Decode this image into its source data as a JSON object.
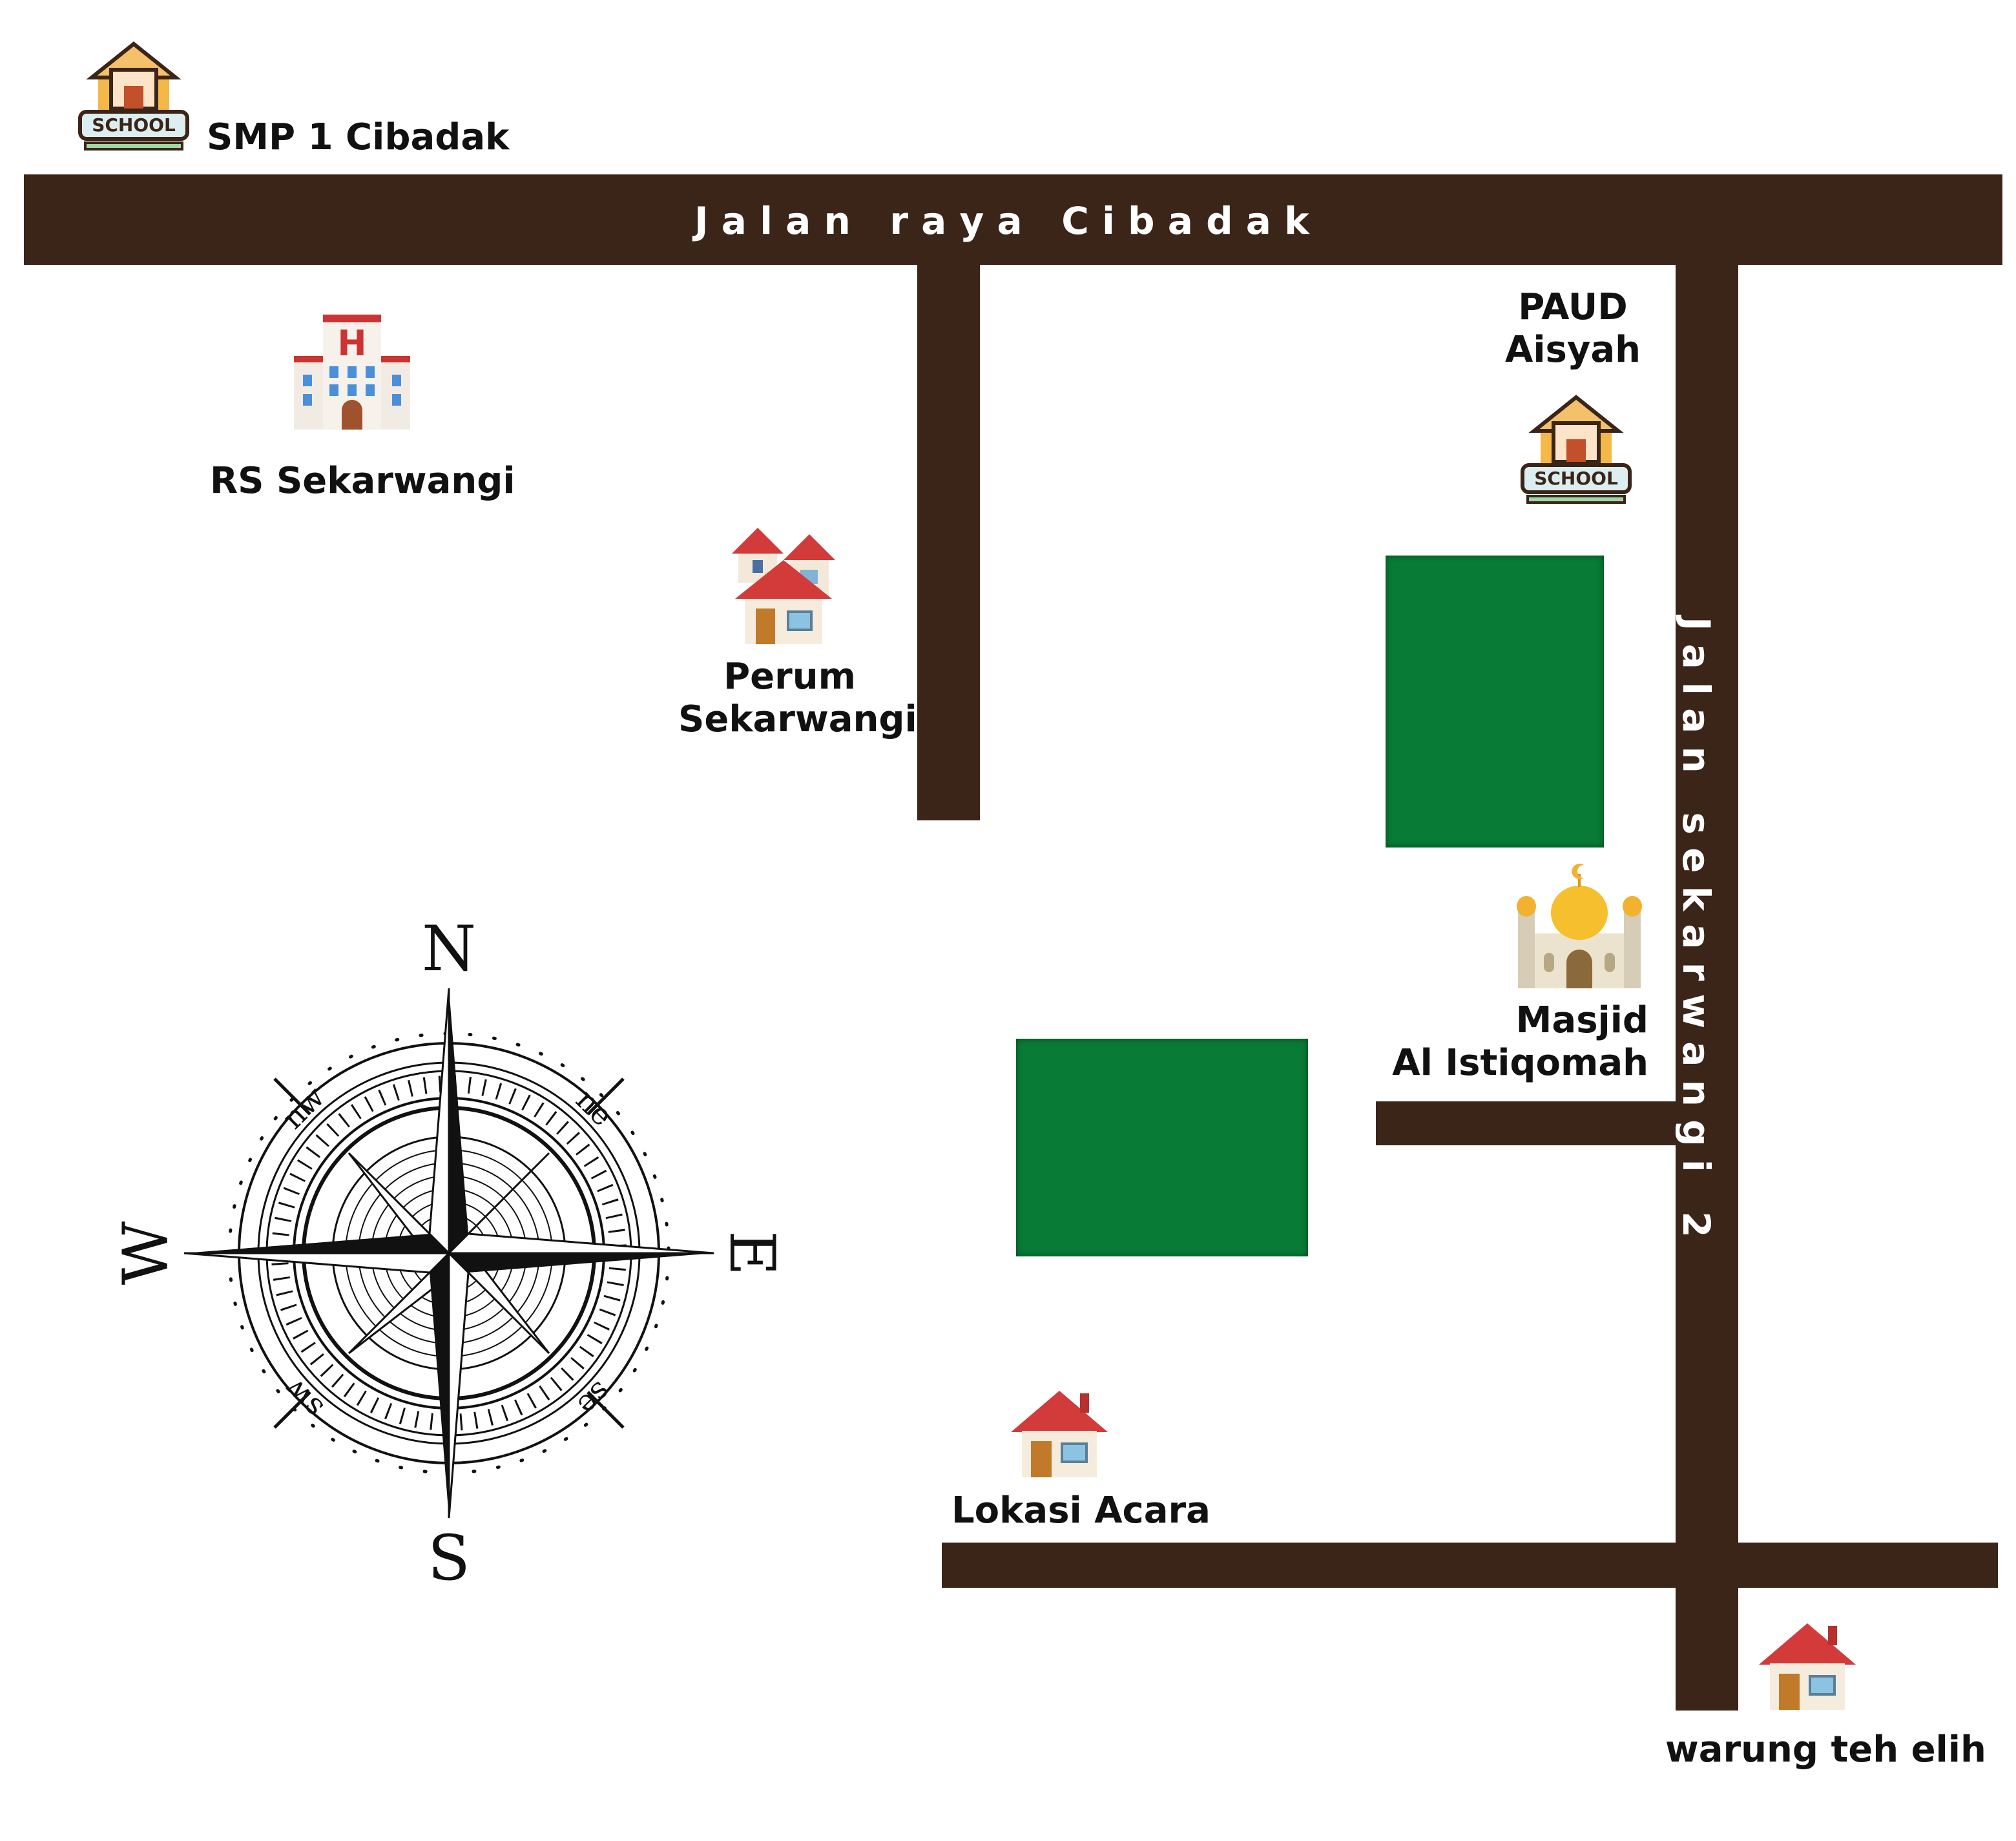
{
  "roads": {
    "main": "J a l a n   r a y a   C i b a d a k",
    "side": "J a l a n   s e k a r w a n g i   2"
  },
  "places": {
    "smp": "SMP 1 Cibadak",
    "rs": "RS Sekarwangi",
    "perum_line1": "Perum",
    "perum_line2": "Sekarwangi",
    "paud_line1": "PAUD",
    "paud_line2": "Aisyah",
    "masjid_line1": "Masjid",
    "masjid_line2": "Al Istiqomah",
    "lokasi": "Lokasi Acara",
    "warung": "warung teh elih"
  },
  "school_sign": "SCHOOL",
  "hospital_sign": "H",
  "compass": {
    "n": "N",
    "s": "S",
    "e": "E",
    "w": "W",
    "ne": "ne",
    "nw": "nw",
    "se": "se",
    "sw": "sw"
  },
  "icons": [
    "school-icon",
    "hospital-icon",
    "houses-icon",
    "mosque-icon",
    "house-icon",
    "compass-rose-icon"
  ],
  "colors": {
    "road": "#3b2418",
    "park": "#087b36",
    "background": "#ffffff"
  }
}
